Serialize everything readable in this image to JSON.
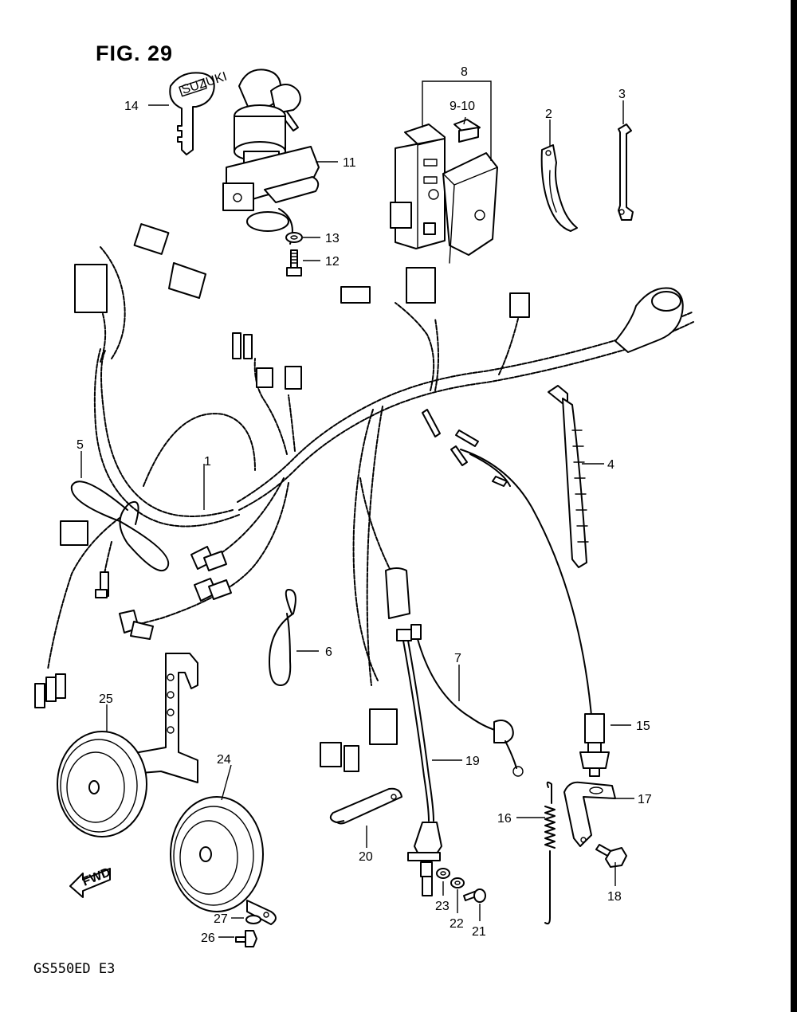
{
  "figure": {
    "title": "FIG. 29",
    "model": "GS550ED E3"
  },
  "parts": [
    {
      "ref": "1"
    },
    {
      "ref": "2"
    },
    {
      "ref": "3"
    },
    {
      "ref": "4"
    },
    {
      "ref": "5"
    },
    {
      "ref": "6"
    },
    {
      "ref": "7"
    },
    {
      "ref": "8"
    },
    {
      "ref": "9-10"
    },
    {
      "ref": "11"
    },
    {
      "ref": "12"
    },
    {
      "ref": "13"
    },
    {
      "ref": "14"
    },
    {
      "ref": "15"
    },
    {
      "ref": "16"
    },
    {
      "ref": "17"
    },
    {
      "ref": "18"
    },
    {
      "ref": "19"
    },
    {
      "ref": "20"
    },
    {
      "ref": "21"
    },
    {
      "ref": "22"
    },
    {
      "ref": "23"
    },
    {
      "ref": "24"
    },
    {
      "ref": "25"
    },
    {
      "ref": "26"
    },
    {
      "ref": "27"
    }
  ],
  "markings": {
    "fwd_arrow": "FWD",
    "key_brand": "SUZUKI"
  }
}
